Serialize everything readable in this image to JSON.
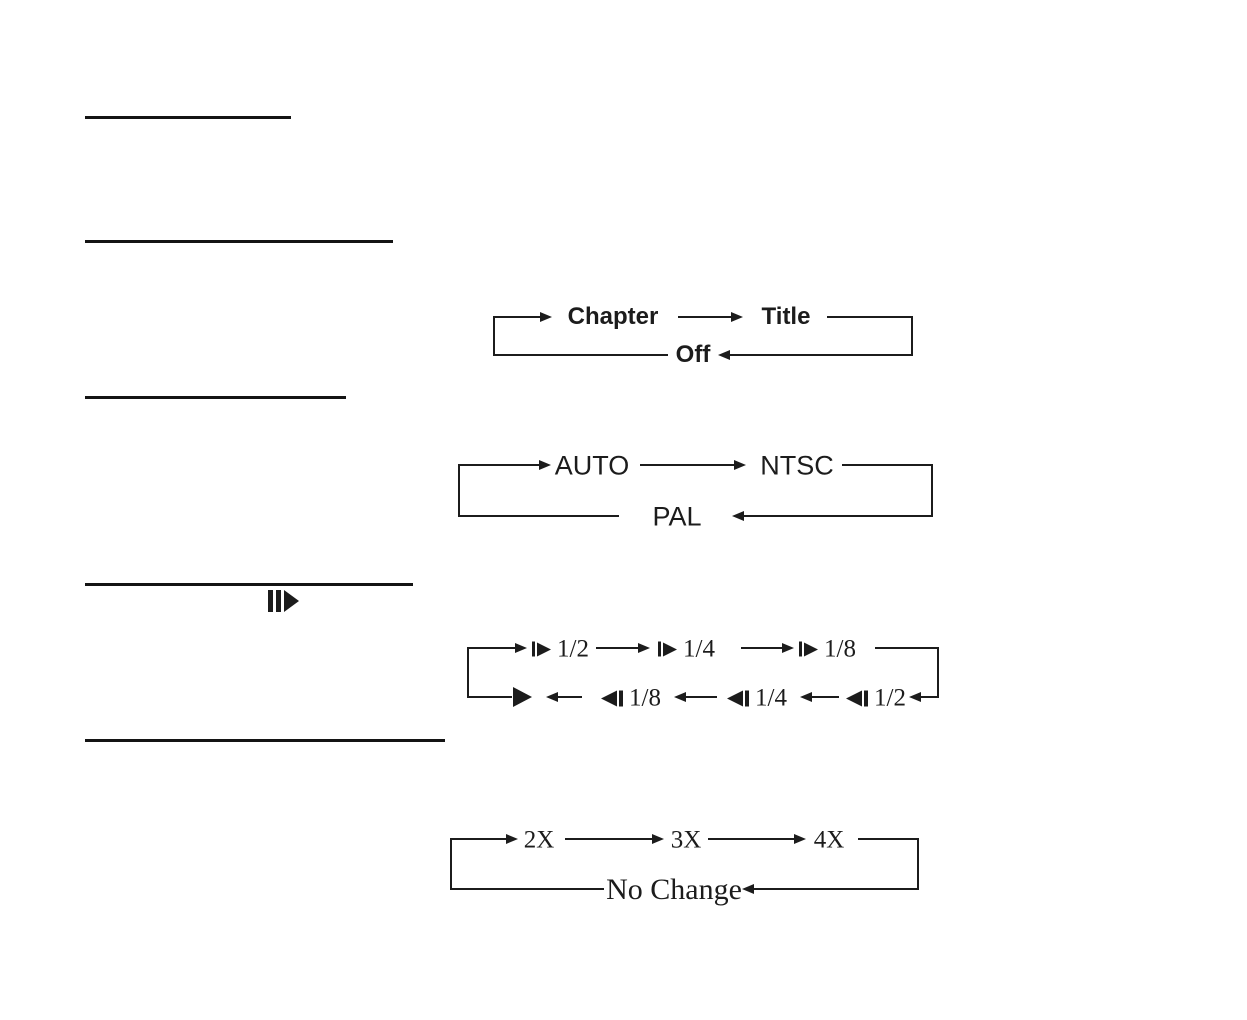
{
  "page": {
    "background": "#ffffff",
    "ink": "#1c1c1c"
  },
  "icons": {
    "slow_play_button": "slow-play-icon",
    "slow_forward": "slow-forward-icon",
    "play": "play-icon",
    "slow_reverse": "slow-reverse-icon"
  },
  "osd_cycle": {
    "chapter": "Chapter",
    "title": "Title",
    "off": "Off"
  },
  "tv_system_cycle": {
    "auto": "AUTO",
    "ntsc": "NTSC",
    "pal": "PAL"
  },
  "slow_cycle": {
    "forward": [
      "1/2",
      "1/4",
      "1/8"
    ],
    "reverse": [
      "1/8",
      "1/4",
      "1/2"
    ]
  },
  "zoom_cycle": {
    "x2": "2X",
    "x3": "3X",
    "x4": "4X",
    "no_change": "No Change"
  }
}
